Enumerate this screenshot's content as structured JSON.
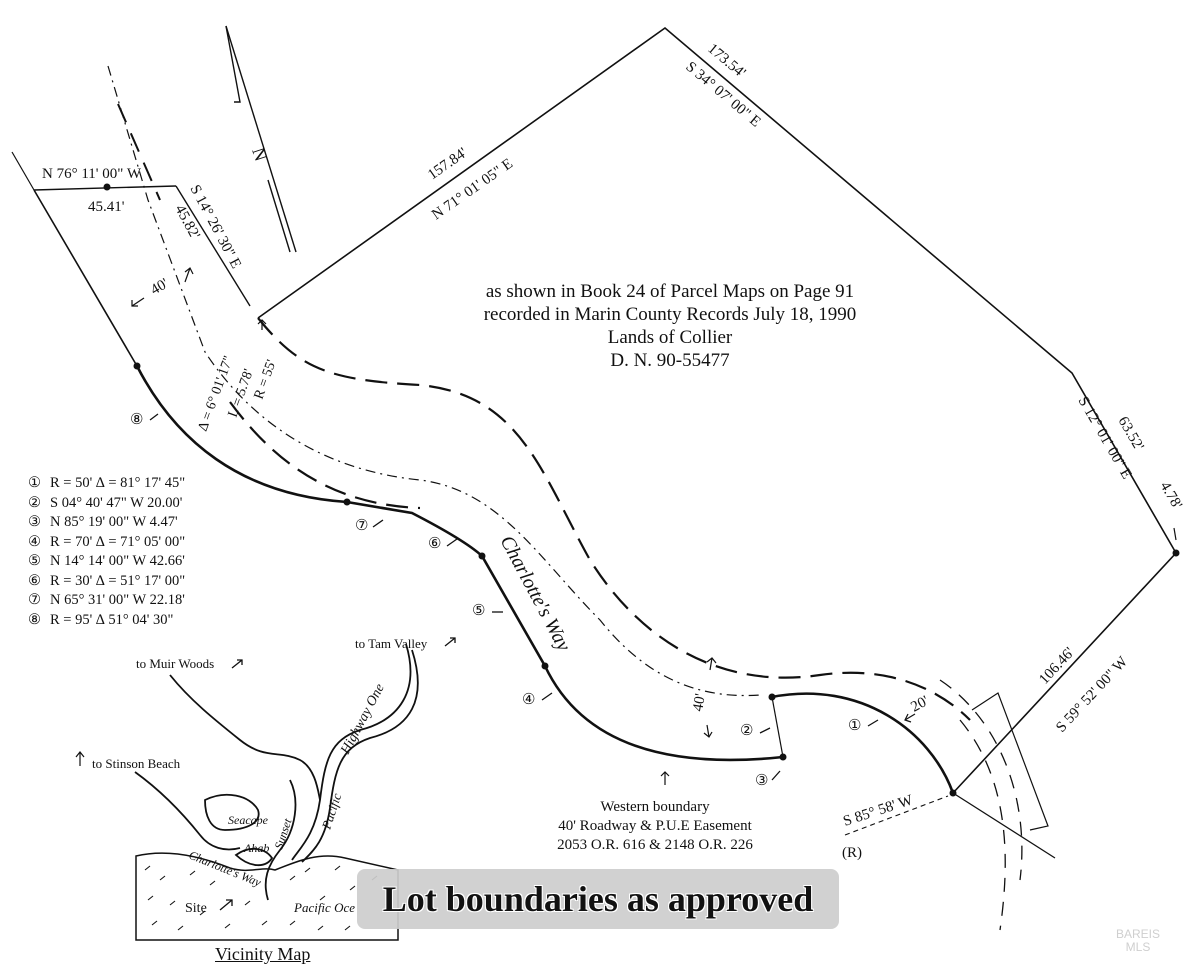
{
  "parcel_note": {
    "line1": "as shown in Book 24 of Parcel Maps on Page 91",
    "line2": "recorded in Marin County Records July 18, 1990",
    "line3": "Lands of Collier",
    "line4": "D. N. 90-55477"
  },
  "bearings": {
    "north_west": "N 76° 11' 00\" W",
    "dist_45_41": "45.41'",
    "south_east_14": "S 14° 26' 30\" E",
    "dist_45_82": "45.82'",
    "dist_40_top": "40'",
    "north_71": "N 71° 01' 05\" E",
    "dist_157": "157.84'",
    "dist_173": "173.54'",
    "south_34": "S 34° 07' 00\" E",
    "south_12": "S 12° 01' 00\" E",
    "dist_63": "63.52'",
    "dist_4_78": "4.78'",
    "dist_106": "106.46'",
    "south_59": "S 59° 52' 00\" W",
    "south_85": "S 85° 58' W",
    "r_mark": "(R)",
    "dist_20": "20'",
    "dist_40_bottom": "40'",
    "curve_delta": "Δ = 6° 01' 17\"",
    "curve_length": "L = 5.78'",
    "curve_radius": "R = 55'"
  },
  "road_name": "Charlotte's Way",
  "legend": [
    {
      "num": "①",
      "text": "R = 50'  ∆ = 81° 17' 45\""
    },
    {
      "num": "②",
      "text": "S 04° 40' 47\" W 20.00'"
    },
    {
      "num": "③",
      "text": "N 85° 19' 00\" W 4.47'"
    },
    {
      "num": "④",
      "text": "R = 70'  ∆ = 71° 05' 00\""
    },
    {
      "num": "⑤",
      "text": "N 14° 14' 00\" W 42.66'"
    },
    {
      "num": "⑥",
      "text": "R = 30'  ∆ = 51° 17' 00\""
    },
    {
      "num": "⑦",
      "text": "N 65° 31' 00\" W 22.18'"
    },
    {
      "num": "⑧",
      "text": "R = 95'  ∆ 51° 04' 30\""
    }
  ],
  "markers": {
    "m1": "①",
    "m2": "②",
    "m3": "③",
    "m4": "④",
    "m5": "⑤",
    "m6": "⑥",
    "m7": "⑦",
    "m8": "⑧"
  },
  "boundary_note": {
    "line1": "Western boundary",
    "line2": "40' Roadway & P.U.E Easement",
    "line3": "2053 O.R. 616 & 2148 O.R. 226"
  },
  "vicinity": {
    "title": "Vicinity Map",
    "muir_woods": "to Muir Woods",
    "tam_valley": "to Tam Valley",
    "stinson": "to Stinson Beach",
    "highway": "Highway One",
    "pacific": "Pacific",
    "seacape": "Seacape",
    "ahab": "Ahab",
    "sunset": "Sunset",
    "charlottes": "Charlotte's Way",
    "site": "Site",
    "pacific_ocean": "Pacific Oce"
  },
  "banner": "Lot boundaries as approved",
  "watermark": {
    "line1": "BAREIS",
    "line2": "MLS"
  }
}
